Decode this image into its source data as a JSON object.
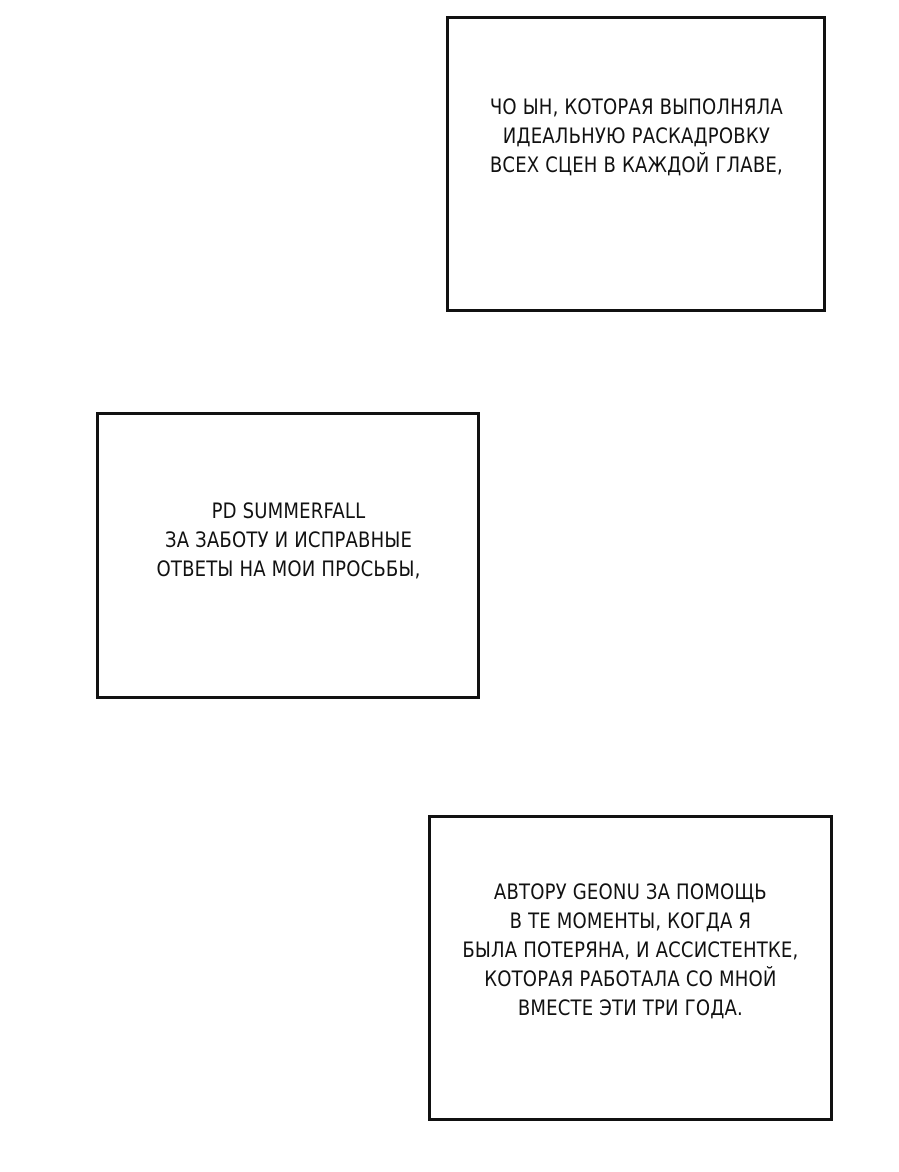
{
  "panels": [
    {
      "lines": [
        "ЧО ЫН, КОТОРАЯ ВЫПОЛНЯЛА",
        "ИДЕАЛЬНУЮ РАСКАДРОВКУ",
        "ВСЕХ СЦЕН В КАЖДОЙ ГЛАВЕ,"
      ]
    },
    {
      "lines": [
        "PD SUMMERFALL",
        "ЗА ЗАБОТУ И ИСПРАВНЫЕ",
        "ОТВЕТЫ НА МОИ ПРОСЬБЫ,"
      ]
    },
    {
      "lines": [
        "АВТОРУ GEONU ЗА ПОМОЩЬ",
        "В ТЕ МОМЕНТЫ, КОГДА Я",
        "БЫЛА ПОТЕРЯНА, И АССИСТЕНТКЕ,",
        "КОТОРАЯ РАБОТАЛА СО МНОЙ",
        "ВМЕСТЕ ЭТИ ТРИ ГОДА."
      ]
    }
  ]
}
